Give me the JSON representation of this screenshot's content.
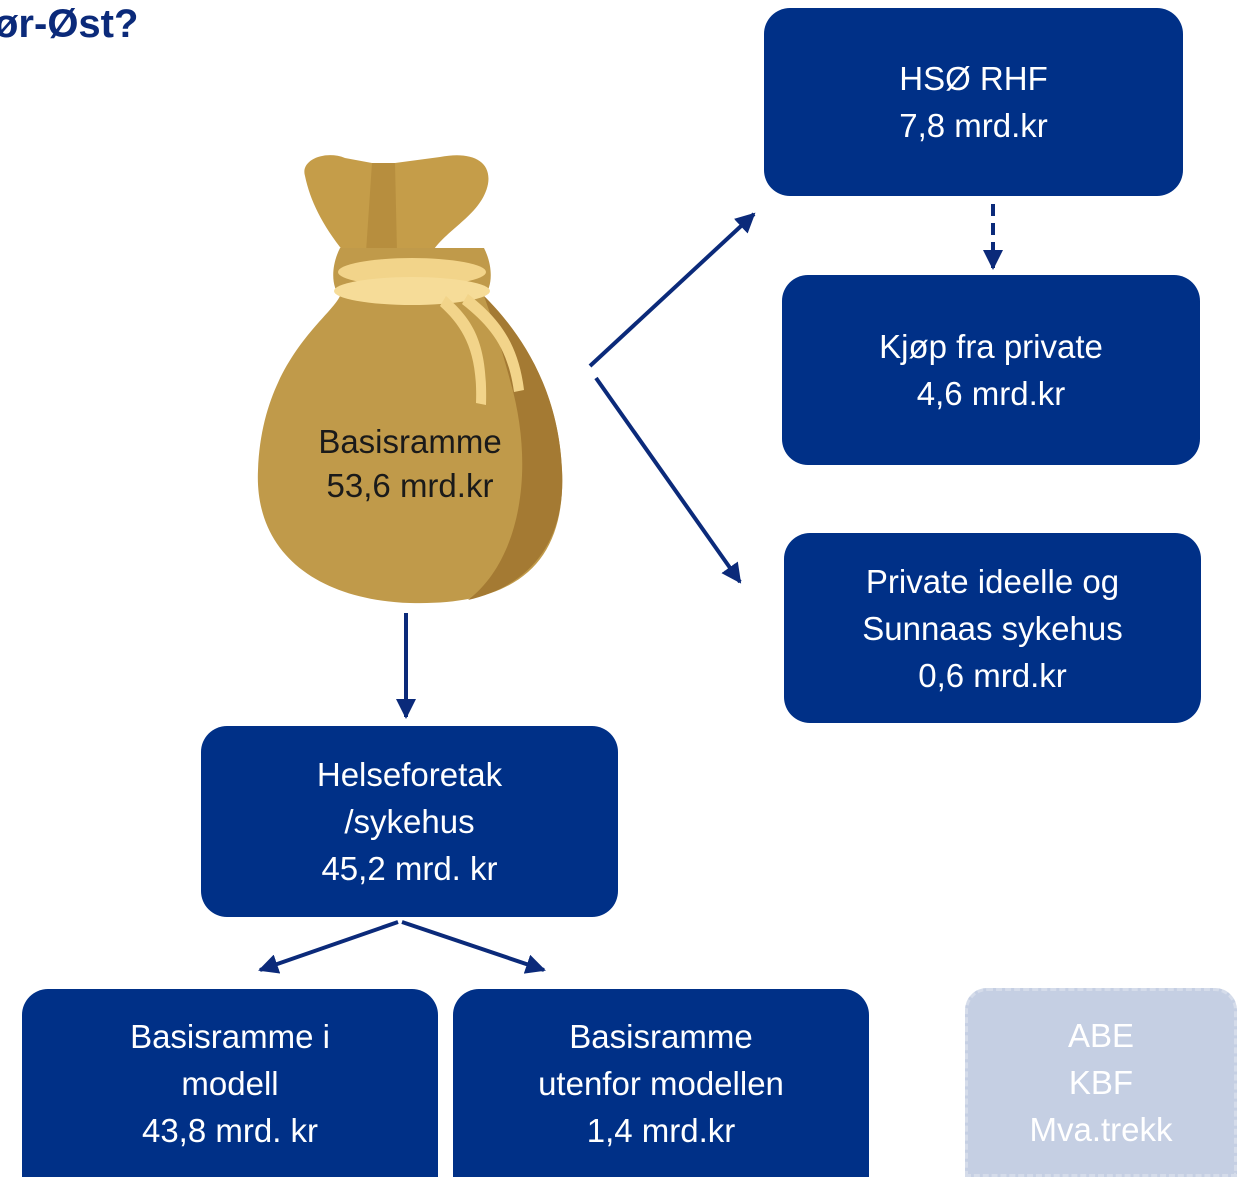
{
  "title": "ør-Øst?",
  "nodes": {
    "basisramme": {
      "line1": "Basisramme",
      "line2": "53,6 mrd.kr"
    },
    "hso_rhf": {
      "line1": "HSØ RHF",
      "line2": "7,8 mrd.kr"
    },
    "kjop_private": {
      "line1": "Kjøp fra private",
      "line2": "4,6 mrd.kr"
    },
    "private_ideelle": {
      "line1": "Private ideelle og",
      "line2": "Sunnaas sykehus",
      "line3": "0,6 mrd.kr"
    },
    "helseforetak": {
      "line1": "Helseforetak",
      "line2": "/sykehus",
      "line3": "45,2 mrd. kr"
    },
    "basis_i_modell": {
      "line1": "Basisramme i",
      "line2": "modell",
      "line3": "43,8 mrd. kr"
    },
    "basis_utenfor": {
      "line1": "Basisramme",
      "line2": "utenfor modellen",
      "line3": "1,4 mrd.kr"
    },
    "deductions": {
      "line1": "ABE",
      "line2": "KBF",
      "line3": "Mva.trekk"
    }
  },
  "colors": {
    "box": "#003087",
    "arrow": "#0b2a7a",
    "faded_box": "#c5cfe3",
    "bag": "#c09a4a",
    "rope": "#f2d48a",
    "title": "#0b2a7a"
  },
  "icons": {
    "bag": "money-bag-icon"
  }
}
